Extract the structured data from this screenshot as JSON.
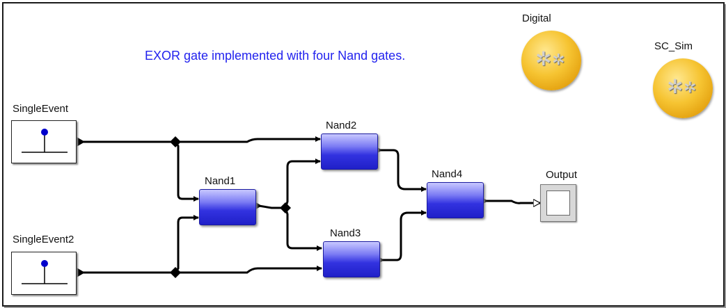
{
  "description": "EXOR gate implemented with four Nand gates.",
  "directors": [
    {
      "label": "Digital",
      "icon": "gears-icon"
    },
    {
      "label": "SC_Sim",
      "icon": "gears-icon"
    }
  ],
  "sources": [
    {
      "label": "SingleEvent",
      "icon": "impulse-icon"
    },
    {
      "label": "SingleEvent2",
      "icon": "impulse-icon"
    }
  ],
  "gates": [
    {
      "label": "Nand1"
    },
    {
      "label": "Nand2"
    },
    {
      "label": "Nand3"
    },
    {
      "label": "Nand4"
    }
  ],
  "sink": {
    "label": "Output"
  },
  "colors": {
    "gate_fill": "#3232e0",
    "description_text": "#2222ee",
    "director_fill": "#f6c432",
    "wire": "#000000"
  }
}
